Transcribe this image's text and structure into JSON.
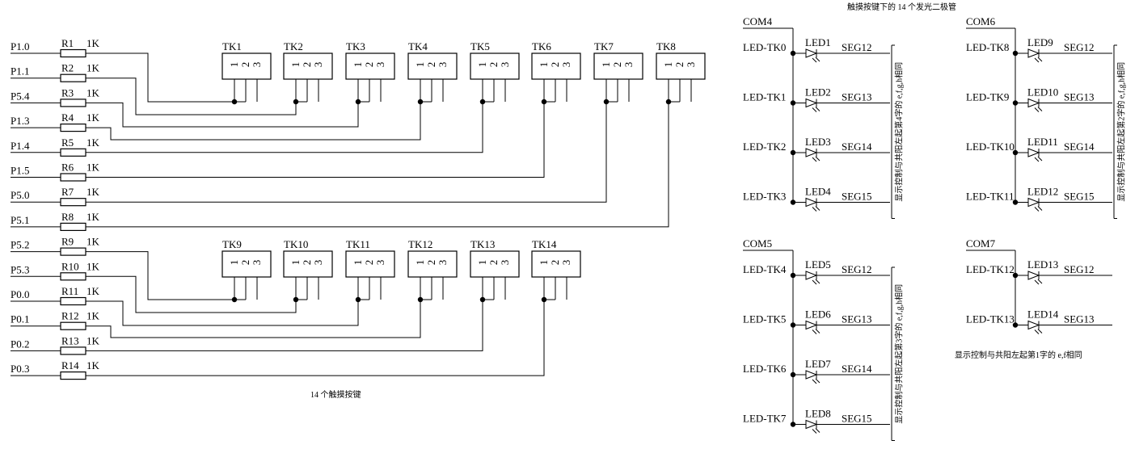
{
  "left": {
    "pins": [
      "P1.0",
      "P1.1",
      "P5.4",
      "P1.3",
      "P1.4",
      "P1.5",
      "P5.0",
      "P5.1",
      "P5.2",
      "P5.3",
      "P0.0",
      "P0.1",
      "P0.2",
      "P0.3"
    ],
    "resistors": [
      "R1",
      "R2",
      "R3",
      "R4",
      "R5",
      "R6",
      "R7",
      "R8",
      "R9",
      "R10",
      "R11",
      "R12",
      "R13",
      "R14"
    ],
    "resistor_value": "1K",
    "touch_keys_row1": [
      "TK1",
      "TK2",
      "TK3",
      "TK4",
      "TK5",
      "TK6",
      "TK7",
      "TK8"
    ],
    "touch_keys_row2": [
      "TK9",
      "TK10",
      "TK11",
      "TK12",
      "TK13",
      "TK14"
    ],
    "pin_numbers": [
      "1",
      "2",
      "3"
    ],
    "caption": "14 个触摸按键"
  },
  "right": {
    "title": "触摸按键下的 14 个发光二极管",
    "groups": [
      {
        "com": "COM4",
        "nets": [
          "LED-TK0",
          "LED-TK1",
          "LED-TK2",
          "LED-TK3"
        ],
        "leds": [
          "LED1",
          "LED2",
          "LED3",
          "LED4"
        ],
        "segs": [
          "SEG12",
          "SEG13",
          "SEG14",
          "SEG15"
        ],
        "note": "显示控制与共阳左起第4字的 e,f,g,h相同"
      },
      {
        "com": "COM6",
        "nets": [
          "LED-TK8",
          "LED-TK9",
          "LED-TK10",
          "LED-TK11"
        ],
        "leds": [
          "LED9",
          "LED10",
          "LED11",
          "LED12"
        ],
        "segs": [
          "SEG12",
          "SEG13",
          "SEG14",
          "SEG15"
        ],
        "note": "显示控制与共阳左起第2字的 e,f,g,h相同"
      },
      {
        "com": "COM5",
        "nets": [
          "LED-TK4",
          "LED-TK5",
          "LED-TK6",
          "LED-TK7"
        ],
        "leds": [
          "LED5",
          "LED6",
          "LED7",
          "LED8"
        ],
        "segs": [
          "SEG12",
          "SEG13",
          "SEG14",
          "SEG15"
        ],
        "note": "显示控制与共阳左起第3字的 e,f,g,h相同"
      },
      {
        "com": "COM7",
        "nets": [
          "LED-TK12",
          "LED-TK13"
        ],
        "leds": [
          "LED13",
          "LED14"
        ],
        "segs": [
          "SEG12",
          "SEG13"
        ],
        "note": "显示控制与共阳左起第1字的 e,f相同"
      }
    ]
  }
}
